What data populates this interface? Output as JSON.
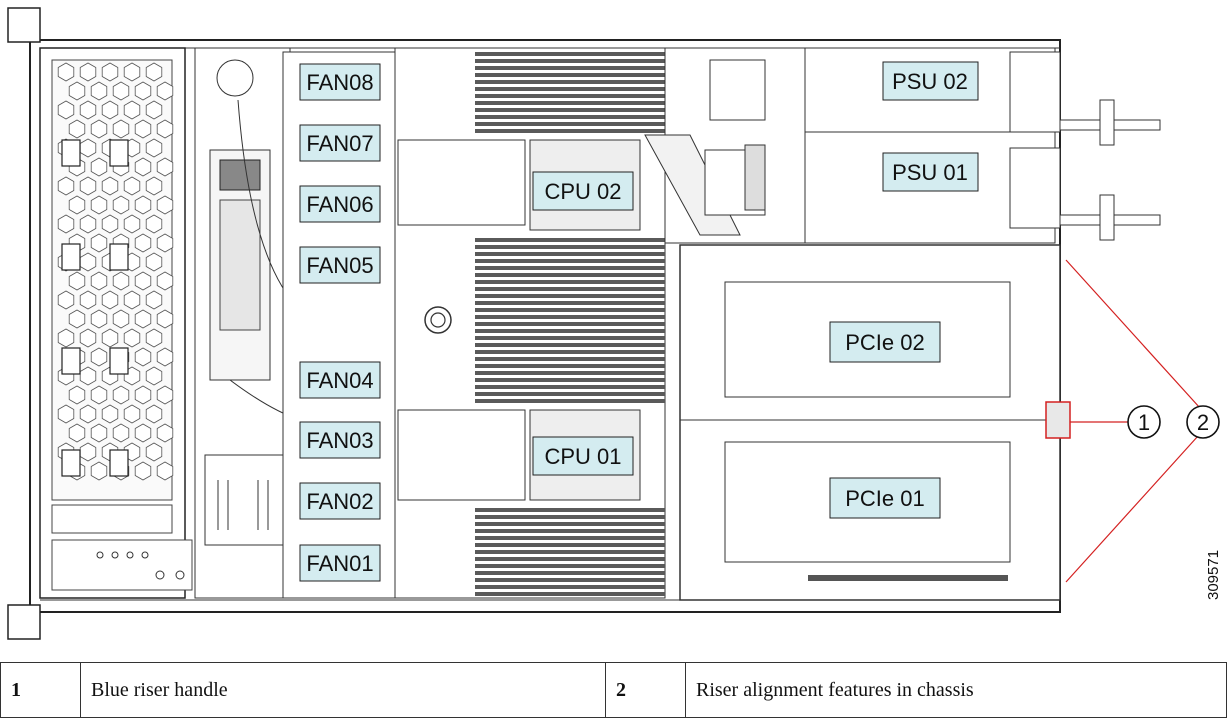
{
  "diagram": {
    "labels": {
      "fan08": "FAN08",
      "fan07": "FAN07",
      "fan06": "FAN06",
      "fan05": "FAN05",
      "fan04": "FAN04",
      "fan03": "FAN03",
      "fan02": "FAN02",
      "fan01": "FAN01",
      "cpu02": "CPU 02",
      "cpu01": "CPU 01",
      "psu02": "PSU 02",
      "psu01": "PSU 01",
      "pcie02": "PCIe 02",
      "pcie01": "PCIe 01"
    },
    "callouts": [
      "1",
      "2"
    ],
    "figure_id": "309571"
  },
  "legend": [
    {
      "number": "1",
      "description": "Blue riser handle"
    },
    {
      "number": "2",
      "description": "Riser alignment features in chassis"
    }
  ]
}
